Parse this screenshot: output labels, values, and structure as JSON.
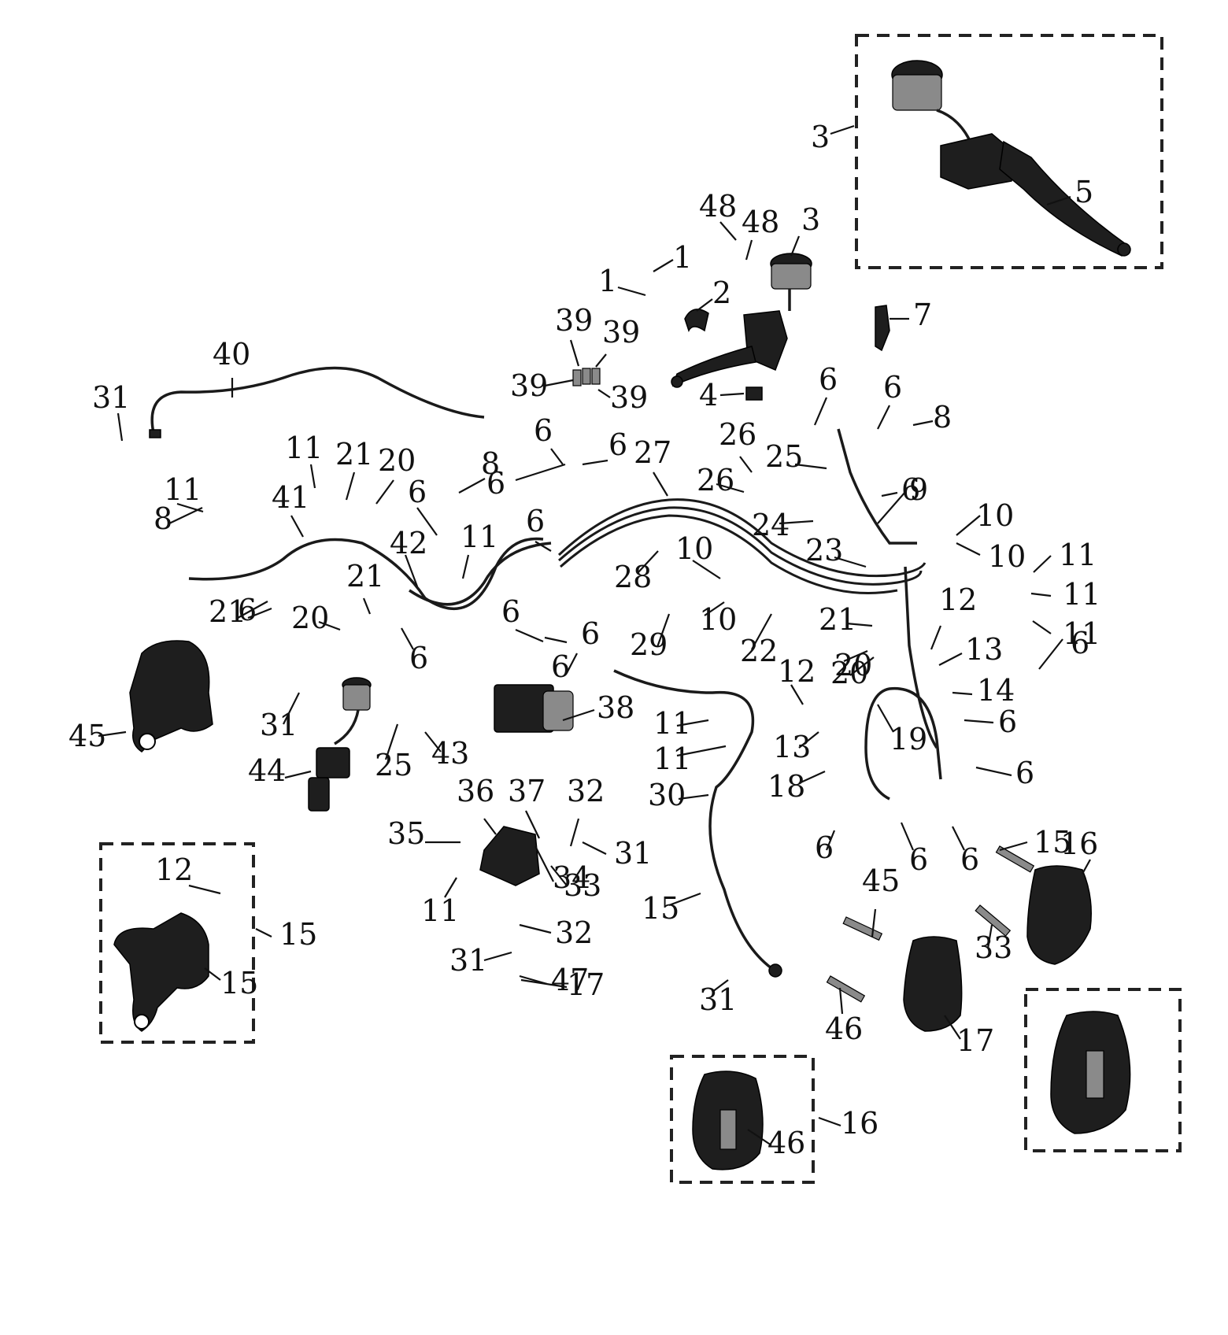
{
  "callouts": [
    {
      "label": "3"
    },
    {
      "label": "5"
    },
    {
      "label": "48"
    },
    {
      "label": "48"
    },
    {
      "label": "3"
    },
    {
      "label": "1"
    },
    {
      "label": "1"
    },
    {
      "label": "2"
    },
    {
      "label": "7"
    },
    {
      "label": "40"
    },
    {
      "label": "39"
    },
    {
      "label": "39"
    },
    {
      "label": "39"
    },
    {
      "label": "39"
    },
    {
      "label": "31"
    },
    {
      "label": "4"
    },
    {
      "label": "6"
    },
    {
      "label": "6"
    },
    {
      "label": "8"
    },
    {
      "label": "11"
    },
    {
      "label": "21"
    },
    {
      "label": "20"
    },
    {
      "label": "6"
    },
    {
      "label": "6"
    },
    {
      "label": "6"
    },
    {
      "label": "27"
    },
    {
      "label": "26"
    },
    {
      "label": "25"
    },
    {
      "label": "8"
    },
    {
      "label": "11"
    },
    {
      "label": "41"
    },
    {
      "label": "6"
    },
    {
      "label": "8"
    },
    {
      "label": "6"
    },
    {
      "label": "26"
    },
    {
      "label": "9"
    },
    {
      "label": "6"
    },
    {
      "label": "42"
    },
    {
      "label": "11"
    },
    {
      "label": "24"
    },
    {
      "label": "10"
    },
    {
      "label": "10"
    },
    {
      "label": "28"
    },
    {
      "label": "10"
    },
    {
      "label": "23"
    },
    {
      "label": "11"
    },
    {
      "label": "11"
    },
    {
      "label": "11"
    },
    {
      "label": "21"
    },
    {
      "label": "6"
    },
    {
      "label": "6"
    },
    {
      "label": "21"
    },
    {
      "label": "20"
    },
    {
      "label": "6"
    },
    {
      "label": "29"
    },
    {
      "label": "10"
    },
    {
      "label": "22"
    },
    {
      "label": "21"
    },
    {
      "label": "12"
    },
    {
      "label": "6"
    },
    {
      "label": "20"
    },
    {
      "label": "6"
    },
    {
      "label": "13"
    },
    {
      "label": "6"
    },
    {
      "label": "20"
    },
    {
      "label": "12"
    },
    {
      "label": "14"
    },
    {
      "label": "45"
    },
    {
      "label": "31"
    },
    {
      "label": "38"
    },
    {
      "label": "11"
    },
    {
      "label": "6"
    },
    {
      "label": "19"
    },
    {
      "label": "43"
    },
    {
      "label": "13"
    },
    {
      "label": "11"
    },
    {
      "label": "44"
    },
    {
      "label": "25"
    },
    {
      "label": "18"
    },
    {
      "label": "6"
    },
    {
      "label": "36"
    },
    {
      "label": "37"
    },
    {
      "label": "32"
    },
    {
      "label": "30"
    },
    {
      "label": "35"
    },
    {
      "label": "31"
    },
    {
      "label": "6"
    },
    {
      "label": "6"
    },
    {
      "label": "6"
    },
    {
      "label": "15"
    },
    {
      "label": "16"
    },
    {
      "label": "12"
    },
    {
      "label": "33"
    },
    {
      "label": "34"
    },
    {
      "label": "11"
    },
    {
      "label": "15"
    },
    {
      "label": "45"
    },
    {
      "label": "33"
    },
    {
      "label": "15"
    },
    {
      "label": "32"
    },
    {
      "label": "31"
    },
    {
      "label": "47"
    },
    {
      "label": "31"
    },
    {
      "label": "15"
    },
    {
      "label": "17"
    },
    {
      "label": "46"
    },
    {
      "label": "17"
    },
    {
      "label": "16"
    },
    {
      "label": "46"
    }
  ]
}
